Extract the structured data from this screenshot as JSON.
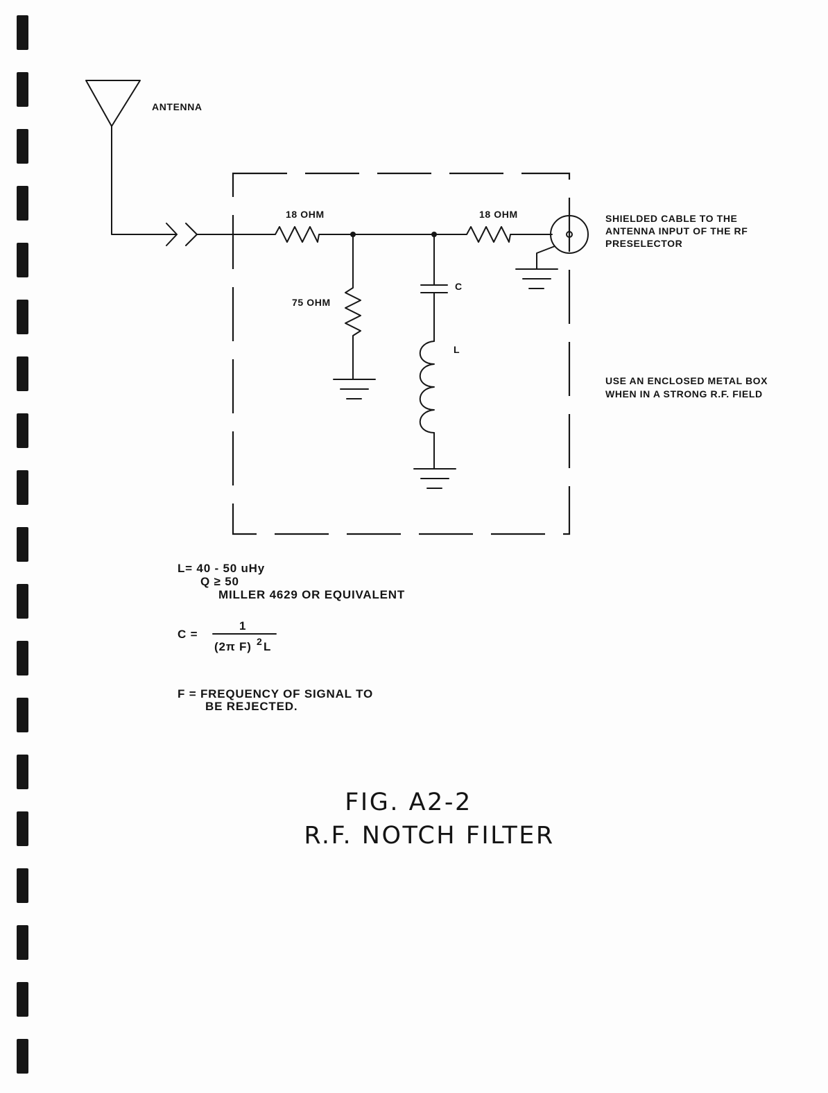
{
  "labels": {
    "antenna": "ANTENNA",
    "r1": "18 OHM",
    "r2": "18 OHM",
    "r3": "75 OHM",
    "cap": "C",
    "ind": "L",
    "cable_line1": "SHIELDED CABLE TO THE",
    "cable_line2": "ANTENNA INPUT OF THE RF",
    "cable_line3": "PRESELECTOR",
    "box_note_line1": "USE AN ENCLOSED METAL BOX",
    "box_note_line2": "WHEN IN A STRONG R.F. FIELD"
  },
  "notes": {
    "l_line1": "L= 40 - 50 uHy",
    "l_line2": "Q ≥ 50",
    "l_line3": "MILLER 4629 OR EQUIVALENT",
    "c_prefix": "C =",
    "c_numerator": "1",
    "c_denominator": "(2π F)",
    "c_exponent": "2",
    "c_suffix": "L",
    "f_line1": "F = FREQUENCY OF SIGNAL TO",
    "f_line2": "BE REJECTED."
  },
  "caption": {
    "fig": "FIG. A2-2",
    "title": "R.F. NOTCH FILTER"
  }
}
